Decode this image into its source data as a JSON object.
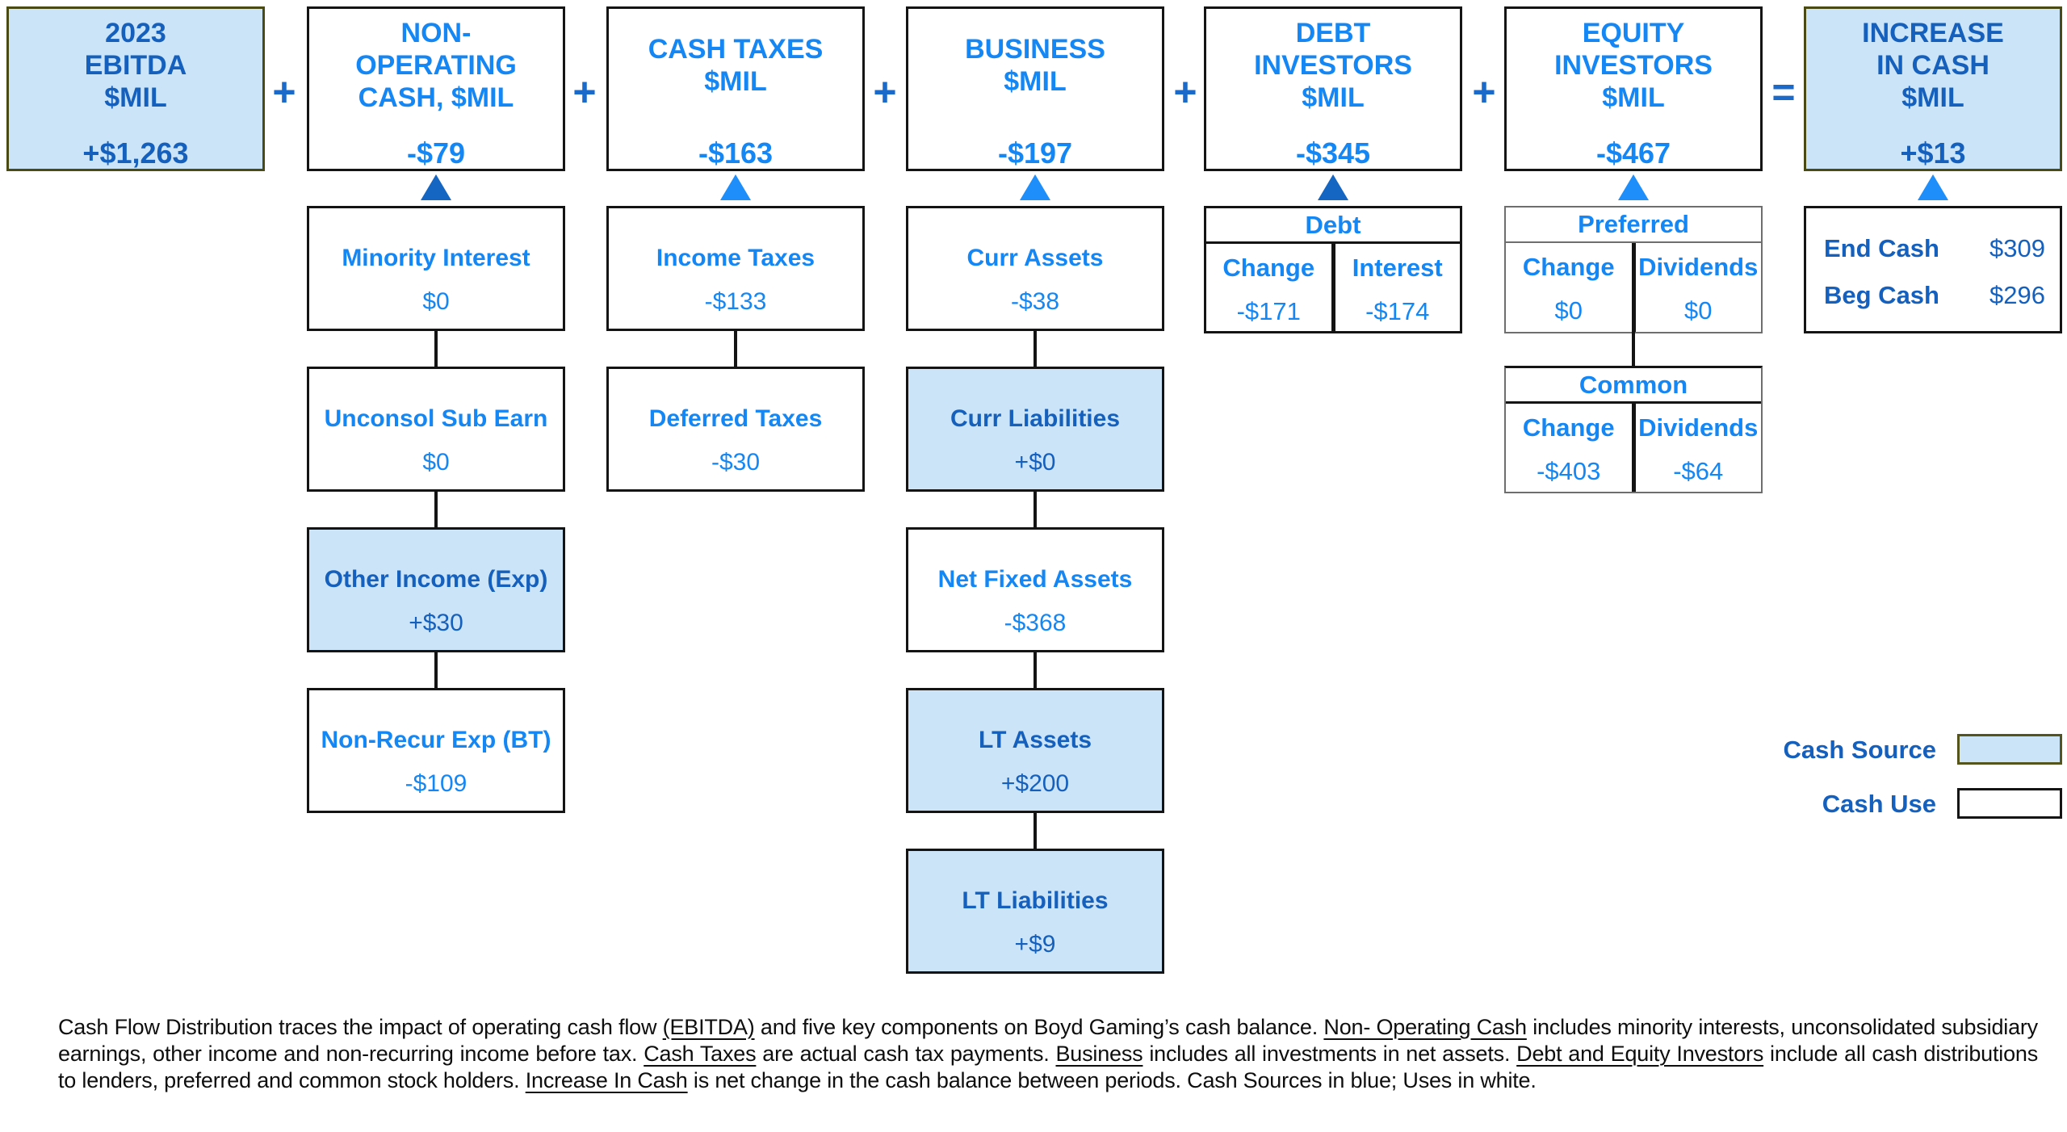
{
  "title": "Cash Flow Distribution",
  "colors": {
    "source_fill": "#cce4f8",
    "use_fill": "#ffffff",
    "text_bright_blue": "#1487f5",
    "text_dark_blue": "#1560bd",
    "operator_blue": "#1b6ac9",
    "arrow_dark": "#1566c2",
    "arrow_light": "#1e8ffa",
    "border_black": "#141414"
  },
  "top_row": [
    {
      "title": "2023\nEBITDA\n$MIL",
      "value": "+$1,263",
      "fill": "source"
    },
    {
      "title": "NON-\nOPERATING\nCASH, $MIL",
      "value": "-$79",
      "fill": "use"
    },
    {
      "title": "CASH TAXES\n$MIL",
      "value": "-$163",
      "fill": "use"
    },
    {
      "title": "BUSINESS\n$MIL",
      "value": "-$197",
      "fill": "use"
    },
    {
      "title": "DEBT\nINVESTORS\n$MIL",
      "value": "-$345",
      "fill": "use"
    },
    {
      "title": "EQUITY\nINVESTORS\n$MIL",
      "value": "-$467",
      "fill": "use"
    },
    {
      "title": "INCREASE\nIN CASH\n$MIL",
      "value": "+$13",
      "fill": "source"
    }
  ],
  "operators": [
    "+",
    "+",
    "+",
    "+",
    "+",
    "="
  ],
  "chains": {
    "non_operating": [
      {
        "label": "Minority Interest",
        "value": "$0",
        "fill": "use"
      },
      {
        "label": "Unconsol Sub Earn",
        "value": "$0",
        "fill": "use"
      },
      {
        "label": "Other Income (Exp)",
        "value": "+$30",
        "fill": "source"
      },
      {
        "label": "Non-Recur Exp (BT)",
        "value": "-$109",
        "fill": "use"
      }
    ],
    "cash_taxes": [
      {
        "label": "Income Taxes",
        "value": "-$133",
        "fill": "use"
      },
      {
        "label": "Deferred Taxes",
        "value": "-$30",
        "fill": "use"
      }
    ],
    "business": [
      {
        "label": "Curr Assets",
        "value": "-$38",
        "fill": "use"
      },
      {
        "label": "Curr Liabilities",
        "value": "+$0",
        "fill": "source"
      },
      {
        "label": "Net Fixed Assets",
        "value": "-$368",
        "fill": "use"
      },
      {
        "label": "LT Assets",
        "value": "+$200",
        "fill": "source"
      },
      {
        "label": "LT Liabilities",
        "value": "+$9",
        "fill": "source"
      }
    ]
  },
  "tables": {
    "debt": {
      "header": "Debt",
      "cols": [
        {
          "label": "Change",
          "value": "-$171"
        },
        {
          "label": "Interest",
          "value": "-$174"
        }
      ]
    },
    "preferred": {
      "header": "Preferred",
      "cols": [
        {
          "label": "Change",
          "value": "$0"
        },
        {
          "label": "Dividends",
          "value": "$0"
        }
      ]
    },
    "common": {
      "header": "Common",
      "cols": [
        {
          "label": "Change",
          "value": "-$403"
        },
        {
          "label": "Dividends",
          "value": "-$64"
        }
      ]
    }
  },
  "cash_balance": {
    "rows": [
      {
        "label": "End Cash",
        "value": "$309"
      },
      {
        "label": "Beg Cash",
        "value": "$296"
      }
    ]
  },
  "legend": {
    "source_label": "Cash Source",
    "use_label": "Cash Use"
  },
  "footer": {
    "segments": [
      {
        "t": "Cash Flow Distribution traces the impact of operating cash flow ",
        "u": false
      },
      {
        "t": "(EBITDA)",
        "u": true
      },
      {
        "t": " and five key components on Boyd Gaming’s cash balance.  ",
        "u": false
      },
      {
        "t": "Non- Operating Cash",
        "u": true
      },
      {
        "t": " includes minority interests, unconsolidated subsidiary earnings, other income and non-recurring income before tax.  ",
        "u": false
      },
      {
        "t": "Cash Taxes",
        "u": true
      },
      {
        "t": " are actual cash tax payments.  ",
        "u": false
      },
      {
        "t": "Business",
        "u": true
      },
      {
        "t": " includes all investments in net assets.  ",
        "u": false
      },
      {
        "t": "Debt and Equity Investors",
        "u": true
      },
      {
        "t": " include all cash distributions to lenders, preferred and common stock holders.  ",
        "u": false
      },
      {
        "t": "Increase In Cash",
        "u": true
      },
      {
        "t": " is net change in the cash balance between periods.  Cash Sources in blue;  Uses in white.",
        "u": false
      }
    ]
  }
}
